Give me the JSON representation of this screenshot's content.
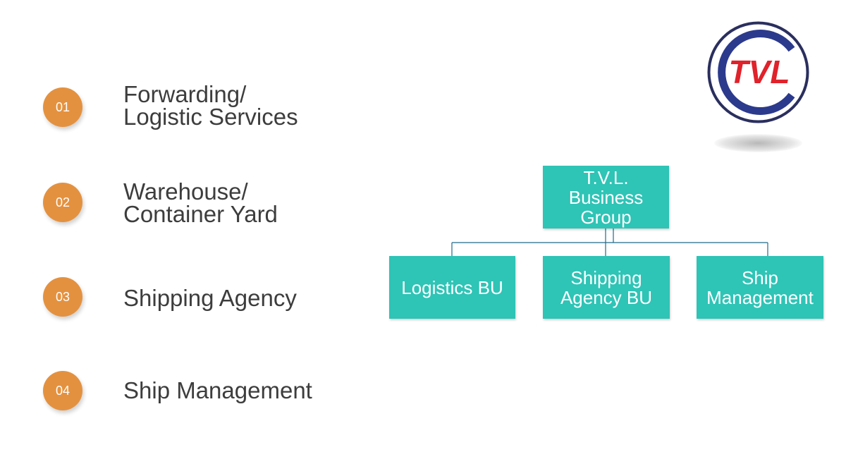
{
  "list": {
    "items": [
      {
        "number": "01",
        "line1": "Forwarding/",
        "line2": "Logistic Services"
      },
      {
        "number": "02",
        "line1": "Warehouse/",
        "line2": "Container Yard"
      },
      {
        "number": "03",
        "line1": "Shipping Agency",
        "line2": ""
      },
      {
        "number": "04",
        "line1": "Ship Management",
        "line2": ""
      }
    ]
  },
  "logo": {
    "text": "TVL",
    "colors": {
      "ring": "#2a2f5e",
      "inner_ring": "#2b3a8c",
      "text": "#e0222b"
    }
  },
  "org_chart": {
    "root": {
      "line1": "T.V.L.",
      "line2": "Business",
      "line3": "Group"
    },
    "children": [
      {
        "line1": "Logistics BU",
        "line2": ""
      },
      {
        "line1": "Shipping",
        "line2": "Agency BU"
      },
      {
        "line1": "Ship",
        "line2": "Management"
      }
    ]
  },
  "colors": {
    "badge": "#E4913F",
    "org_box": "#2EC4B6",
    "connector": "#1f6b8a",
    "text": "#3d3d3d"
  }
}
